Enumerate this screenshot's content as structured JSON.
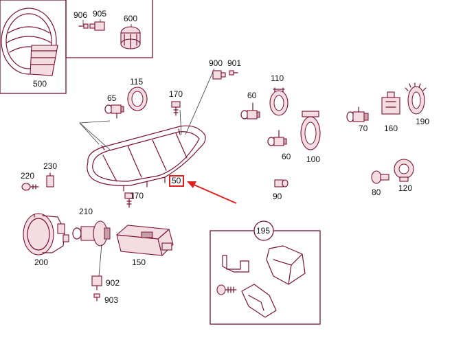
{
  "diagram": {
    "labels": {
      "p500": "500",
      "p906": "906",
      "p905": "905",
      "p600": "600",
      "p115": "115",
      "p65": "65",
      "p170": "170",
      "p900": "900",
      "p901": "901",
      "p110": "110",
      "p60a": "60",
      "p60b": "60",
      "p100": "100",
      "p70": "70",
      "p160": "160",
      "p190": "190",
      "p220": "220",
      "p230": "230",
      "p50": "50",
      "p90": "90",
      "p80": "80",
      "p120": "120",
      "p210": "210",
      "p195": "195",
      "p200": "200",
      "p150": "150",
      "p902": "902",
      "p903": "903"
    },
    "highlight": {
      "target": "50",
      "color": "#e02020"
    }
  }
}
